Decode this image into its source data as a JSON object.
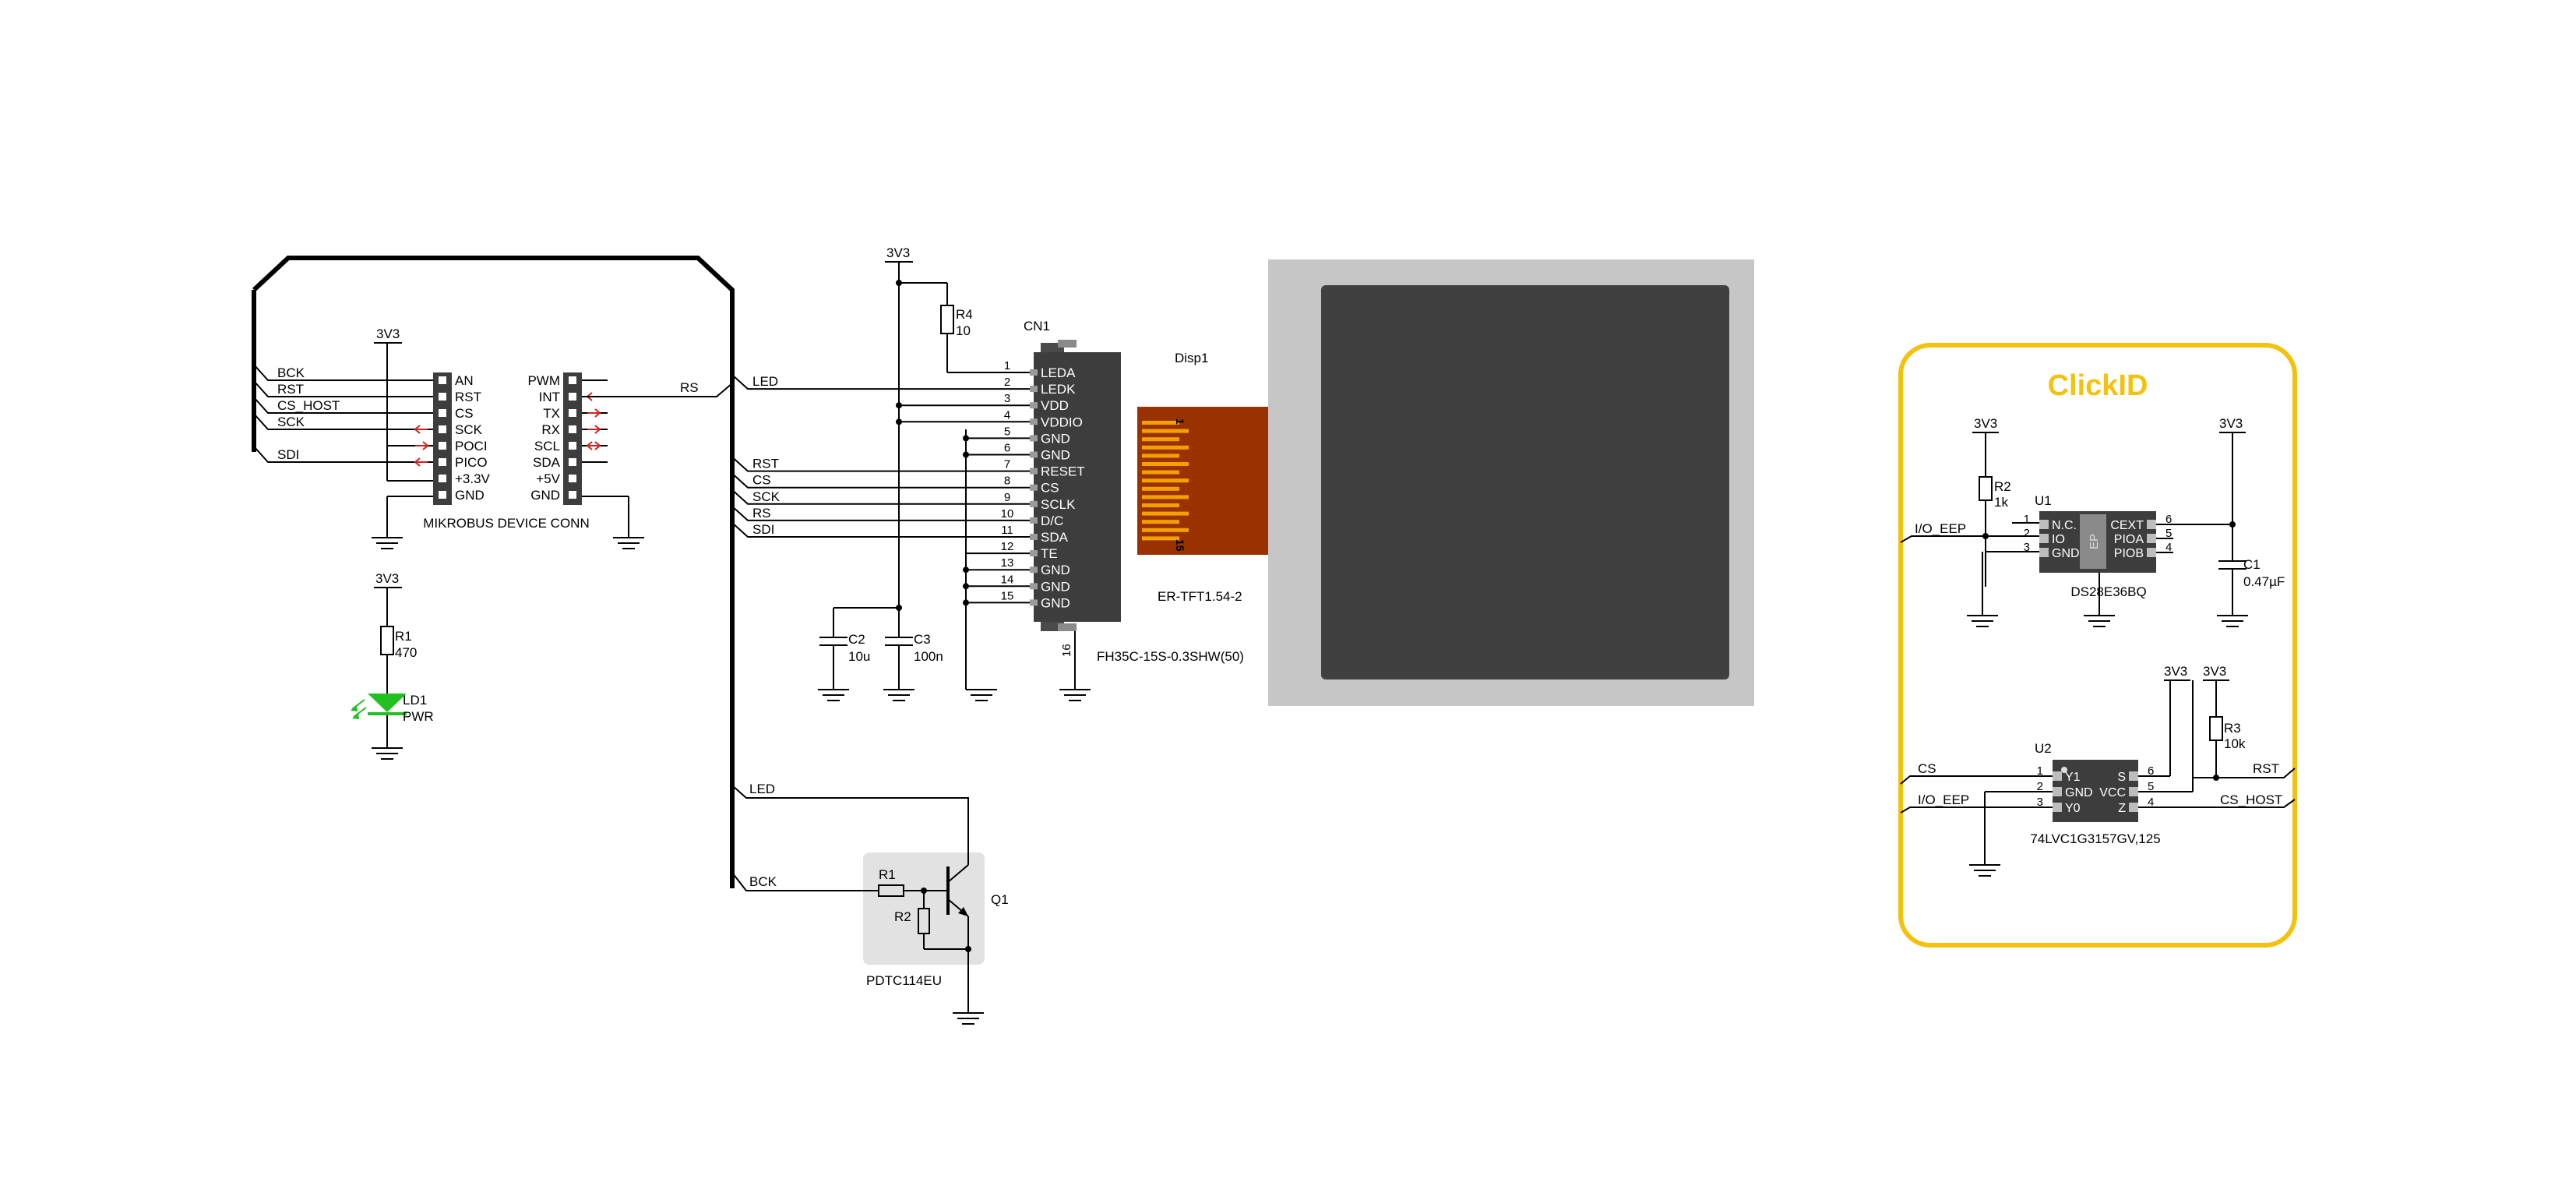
{
  "labels": {
    "pwr3v3": "3V3",
    "r1": "R1",
    "r1_val": "470",
    "ld1": "LD1",
    "ld1_val": "PWR",
    "mikrobus_title": "MIKROBUS DEVICE CONN",
    "mb_net_rs": "RS",
    "c2": "C2",
    "c2_val": "10u",
    "c3": "C3",
    "c3_val": "100n",
    "r4": "R4",
    "r4_val": "10",
    "cn1": "CN1",
    "cn1_part": "FH35C-15S-0.3SHW(50)",
    "cn1_pin16": "16",
    "disp1": "Disp1",
    "disp_part": "ER-TFT1.54-2",
    "fpc_pin1": "1",
    "fpc_pin15": "15",
    "led_net": "LED",
    "bck_net": "BCK",
    "q_r1": "R1",
    "q_r2": "R2",
    "q1": "Q1",
    "q_part": "PDTC114EU",
    "clickid_title": "ClickID",
    "cid_r2": "R2",
    "cid_r2_val": "1k",
    "cid_u1": "U1",
    "cid_u1_part": "DS28E36BQ",
    "cid_c1": "C1",
    "cid_c1_val": "0.47µF",
    "cid_ioeep": "I/O_EEP",
    "cid_ep": "EP",
    "cid_r3": "R3",
    "cid_r3_val": "10k",
    "cid_u2": "U2",
    "cid_u2_part": "74LVC1G3157GV,125",
    "cid_cs": "CS",
    "cid_rst": "RST",
    "cid_cshost": "CS_HOST"
  },
  "mikrobus_left_nets": [
    "BCK",
    "RST",
    "CS_HOST",
    "SCK",
    "",
    "SDI"
  ],
  "mikrobus_left_pins": [
    "AN",
    "RST",
    "CS",
    "SCK",
    "POCI",
    "PICO",
    "+3.3V",
    "GND"
  ],
  "mikrobus_right_pins": [
    "PWM",
    "INT",
    "TX",
    "RX",
    "SCL",
    "SDA",
    "+5V",
    "GND"
  ],
  "cn1_pin_numbers": [
    "1",
    "2",
    "3",
    "4",
    "5",
    "6",
    "7",
    "8",
    "9",
    "10",
    "11",
    "12",
    "13",
    "14",
    "15"
  ],
  "cn1_pin_names": [
    "LEDA",
    "LEDK",
    "VDD",
    "VDDIO",
    "GND",
    "GND",
    "RESET",
    "CS",
    "SCLK",
    "D/C",
    "SDA",
    "TE",
    "GND",
    "GND",
    "GND"
  ],
  "cn1_nets": [
    "LED",
    "RST",
    "CS",
    "SCK",
    "RS",
    "SDI"
  ],
  "u1_left_pins": [
    {
      "num": "1",
      "name": "N.C."
    },
    {
      "num": "2",
      "name": "IO"
    },
    {
      "num": "3",
      "name": "GND"
    }
  ],
  "u1_right_pins": [
    {
      "num": "6",
      "name": "CEXT"
    },
    {
      "num": "5",
      "name": "PIOA"
    },
    {
      "num": "4",
      "name": "PIOB"
    }
  ],
  "u2_left_pins": [
    {
      "num": "1",
      "name": "Y1"
    },
    {
      "num": "2",
      "name": "GND"
    },
    {
      "num": "3",
      "name": "Y0"
    }
  ],
  "u2_right_pins": [
    {
      "num": "6",
      "name": "S"
    },
    {
      "num": "5",
      "name": "VCC"
    },
    {
      "num": "4",
      "name": "Z"
    }
  ],
  "colors": {
    "wire": "#000000",
    "ic_body": "#3d3d3d",
    "accent_yellow": "#f4c20d",
    "fpc": "#9a3200",
    "fpc_pad": "#f4a000",
    "display_frame": "#c6c6c6",
    "display_screen": "#404040",
    "led_green": "#22c022",
    "signal_arrow": "#d42020",
    "transistor_bg": "#e2e2e2"
  }
}
